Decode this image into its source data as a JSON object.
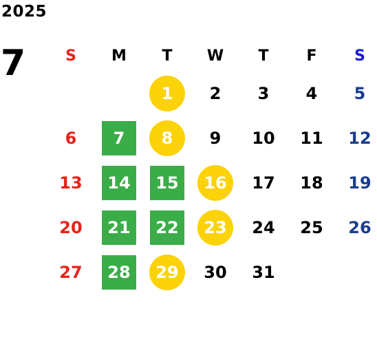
{
  "calendar": {
    "year": "2025",
    "month": "7",
    "colors": {
      "sunday": "#e8231a",
      "saturday": "#1a3d8f",
      "weekday": "#000000",
      "circle_marker": "#fcd208",
      "square_marker": "#3aad48",
      "marker_text": "#ffffff"
    },
    "weekdays": [
      {
        "label": "S",
        "color": "#e8231a"
      },
      {
        "label": "M",
        "color": "#000000"
      },
      {
        "label": "T",
        "color": "#000000"
      },
      {
        "label": "W",
        "color": "#000000"
      },
      {
        "label": "T",
        "color": "#000000"
      },
      {
        "label": "F",
        "color": "#000000"
      },
      {
        "label": "S",
        "color": "#1a1adc"
      }
    ],
    "weeks": [
      [
        null,
        null,
        {
          "day": "1",
          "mark": "circle"
        },
        {
          "day": "2"
        },
        {
          "day": "3"
        },
        {
          "day": "4"
        },
        {
          "day": "5"
        }
      ],
      [
        {
          "day": "6"
        },
        {
          "day": "7",
          "mark": "square"
        },
        {
          "day": "8",
          "mark": "circle"
        },
        {
          "day": "9"
        },
        {
          "day": "10"
        },
        {
          "day": "11"
        },
        {
          "day": "12"
        }
      ],
      [
        {
          "day": "13"
        },
        {
          "day": "14",
          "mark": "square"
        },
        {
          "day": "15",
          "mark": "square"
        },
        {
          "day": "16",
          "mark": "circle"
        },
        {
          "day": "17"
        },
        {
          "day": "18"
        },
        {
          "day": "19"
        }
      ],
      [
        {
          "day": "20"
        },
        {
          "day": "21",
          "mark": "square"
        },
        {
          "day": "22",
          "mark": "square"
        },
        {
          "day": "23",
          "mark": "circle"
        },
        {
          "day": "24"
        },
        {
          "day": "25"
        },
        {
          "day": "26"
        }
      ],
      [
        {
          "day": "27"
        },
        {
          "day": "28",
          "mark": "square"
        },
        {
          "day": "29",
          "mark": "circle"
        },
        {
          "day": "30"
        },
        {
          "day": "31"
        },
        null,
        null
      ]
    ]
  }
}
